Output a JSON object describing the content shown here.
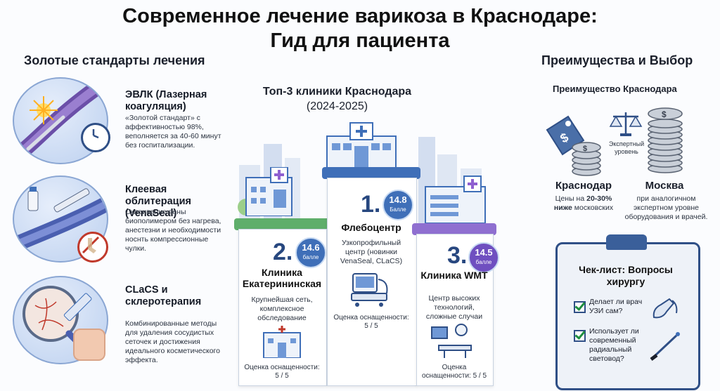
{
  "title": {
    "line1": "Современное лечение варикоза в Краснодаре:",
    "line2": "Гид для пациента"
  },
  "left": {
    "heading": "Золотые стандарты лечения",
    "treatments": [
      {
        "title": "ЭВЛК (Лазерная коагуляция)",
        "desc": "«Золотой стандарт» с аффективностью 98%, веполняется за 40-60 минут без госпитализации."
      },
      {
        "title": "Клеевая облитерация (VenaSeal)",
        "desc": "Склеивание вены биополимером без нагрева, анестезни и необходимости носнть компрессионные чулки."
      },
      {
        "title": "CLaCS и склеротерапия",
        "desc": "Комбинированные методы для удаления сосудистых сеточек и достижения идеального косметического эффекта."
      }
    ]
  },
  "center": {
    "heading_line1": "Топ-3 клиники Краснодара",
    "heading_line2": "(2024-2025)",
    "clinics": [
      {
        "rank": "1.",
        "score": "14.8",
        "unit": "Балле",
        "name": "Флебоцентр",
        "desc": "Узкопрофильный центр (новинки VenaSeal, CLaCS)",
        "rating": "Оценка оснащенности: 5 / 5"
      },
      {
        "rank": "2.",
        "score": "14.6",
        "unit": "балле",
        "name": "Клиника Екатерининская",
        "desc": "Крупнейшая сеть, комплексное обследование",
        "rating": "Оценка оснащенности: 5 / 5"
      },
      {
        "rank": "3.",
        "score": "14.5",
        "unit": "балле",
        "name": "Клиника WMT",
        "desc": "Центр высоких технологий, сложные случаи",
        "rating": "Оценка оснащенности: 5 / 5"
      }
    ]
  },
  "right": {
    "heading": "Преимущества и Выбор",
    "subheading": "Преимущество Краснодара",
    "scale_label": "Экспертный уровень",
    "krasnodar": {
      "name": "Краснодар",
      "desc_pre": "Цены на ",
      "desc_bold": "20-30% ниже",
      "desc_post": " московских"
    },
    "moscow": {
      "name": "Москва",
      "desc": "при аналогичном экспертном уровне оборудования и врачей."
    },
    "checklist": {
      "title": "Чек-лист: Вопросы хирургу",
      "items": [
        "Делает ли врач УЗИ сам?",
        "Использует ли современный радиальный световод?"
      ]
    }
  },
  "colors": {
    "accent": "#3f6fb8",
    "dark_blue": "#27477f",
    "green_top": "#5fae6b",
    "purple_top": "#8f6fd0",
    "check_green": "#1f8f3f"
  }
}
